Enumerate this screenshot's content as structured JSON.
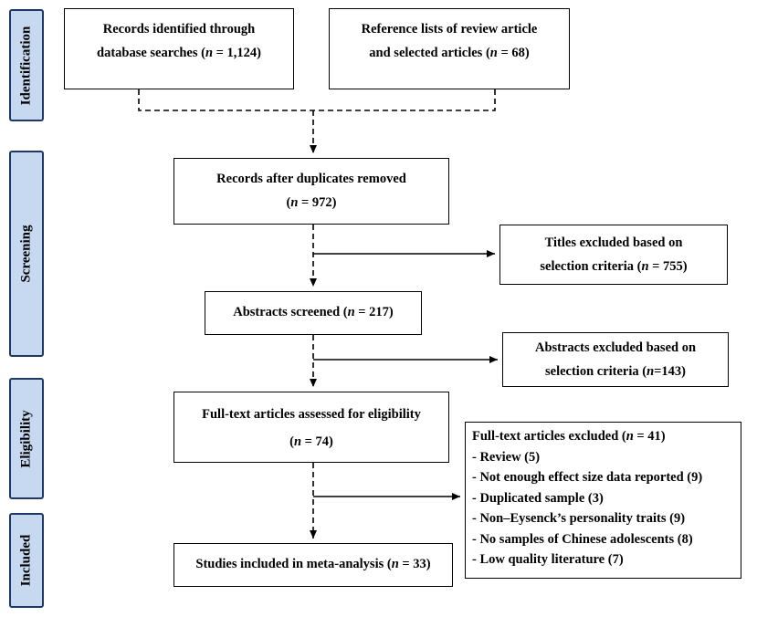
{
  "phases": {
    "identification": "Identification",
    "screening": "Screening",
    "eligibility": "Eligibility",
    "included": "Included"
  },
  "boxes": {
    "db_search": {
      "line1": "Records identified through",
      "line2_pre": "database searches (",
      "n": "n",
      "line2_post": " = 1,124)"
    },
    "ref_lists": {
      "line1": "Reference lists of review article",
      "line2_pre": "and selected articles (",
      "n": "n",
      "line2_post": " = 68)"
    },
    "dup_removed": {
      "line1": "Records after duplicates removed",
      "line2_pre": "(",
      "n": "n",
      "line2_post": " = 972)"
    },
    "titles_excluded": {
      "line1": "Titles excluded based on",
      "line2_pre": "selection criteria (",
      "n": "n",
      "line2_post": " = 755)"
    },
    "abstracts_screened": {
      "line1_pre": "Abstracts screened (",
      "n": "n",
      "line1_post": " = 217)"
    },
    "abstracts_excluded": {
      "line1": "Abstracts excluded based on",
      "line2_pre": "selection criteria (",
      "n": "n",
      "line2_post": "=143)"
    },
    "fulltext_assessed": {
      "line1": "Full-text articles assessed for eligibility",
      "line2_pre": "(",
      "n": "n",
      "line2_post": " = 74)"
    },
    "fulltext_excluded": {
      "title_pre": "Full-text articles excluded (",
      "n": "n",
      "title_post": " = 41)",
      "items": [
        "- Review (5)",
        "- Not enough effect size data reported (9)",
        "- Duplicated sample (3)",
        "- Non–Eysenck’s personality traits (9)",
        "- No samples of Chinese adolescents (8)",
        "- Low quality literature (7)"
      ]
    },
    "included_studies": {
      "line1_pre": "Studies included in meta-analysis (",
      "n": "n",
      "line1_post": " = 33)"
    }
  }
}
